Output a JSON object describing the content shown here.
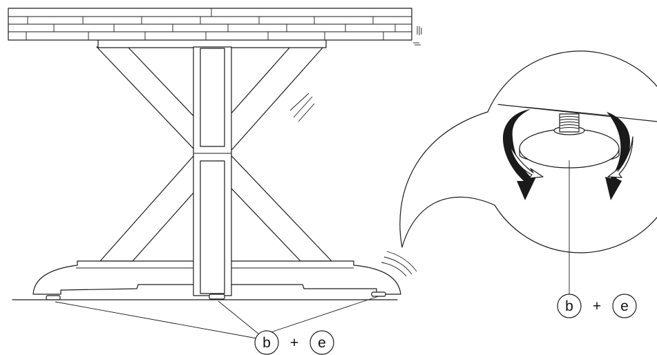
{
  "callouts": [
    {
      "id": "left",
      "part_a": "b",
      "plus": "+",
      "part_b": "e"
    },
    {
      "id": "detail",
      "part_a": "b",
      "plus": "+",
      "part_b": "e"
    }
  ],
  "colors": {
    "ink": "#1a1a1a",
    "paper": "#ffffff"
  },
  "icons": {
    "rotation": "curved-rotation-arrow-icon",
    "motion": "motion-lines-icon"
  }
}
